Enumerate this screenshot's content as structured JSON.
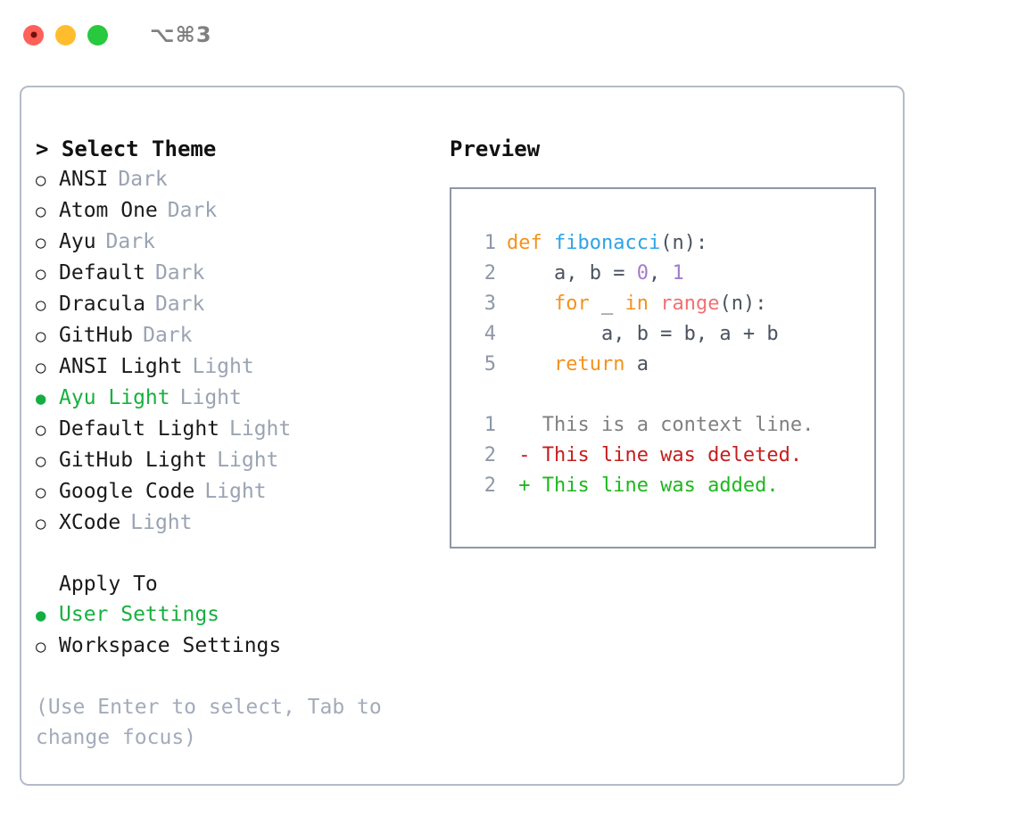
{
  "titlebar": {
    "title": "⌥⌘3",
    "buttons": [
      "close",
      "minimize",
      "maximize"
    ]
  },
  "colors": {
    "accent_green": "#17B03F",
    "muted": "#9aa3b2",
    "border": "#b3bcc8",
    "preview_border": "#8d97a8",
    "keyword": "#F4921E",
    "function": "#2CA3E8",
    "number": "#A37ACC",
    "builtin": "#F07171",
    "diff_add": "#1DB81D",
    "diff_del": "#C41E1E",
    "diff_ctx": "#808080"
  },
  "theme_list": {
    "header": "> Select Theme",
    "items": [
      {
        "marker": "○",
        "label": "ANSI",
        "category": "Dark",
        "selected": false
      },
      {
        "marker": "○",
        "label": "Atom One",
        "category": "Dark",
        "selected": false
      },
      {
        "marker": "○",
        "label": "Ayu",
        "category": "Dark",
        "selected": false
      },
      {
        "marker": "○",
        "label": "Default",
        "category": "Dark",
        "selected": false
      },
      {
        "marker": "○",
        "label": "Dracula",
        "category": "Dark",
        "selected": false
      },
      {
        "marker": "○",
        "label": "GitHub",
        "category": "Dark",
        "selected": false
      },
      {
        "marker": "○",
        "label": "ANSI Light",
        "category": "Light",
        "selected": false
      },
      {
        "marker": "●",
        "label": "Ayu Light",
        "category": "Light",
        "selected": true
      },
      {
        "marker": "○",
        "label": "Default Light",
        "category": "Light",
        "selected": false
      },
      {
        "marker": "○",
        "label": "GitHub Light",
        "category": "Light",
        "selected": false
      },
      {
        "marker": "○",
        "label": "Google Code",
        "category": "Light",
        "selected": false
      },
      {
        "marker": "○",
        "label": "XCode",
        "category": "Light",
        "selected": false
      }
    ]
  },
  "apply_to": {
    "header": "Apply To",
    "items": [
      {
        "marker": "●",
        "label": "User Settings",
        "selected": true
      },
      {
        "marker": "○",
        "label": "Workspace Settings",
        "selected": false
      }
    ]
  },
  "hint": "(Use Enter to select, Tab to change focus)",
  "preview": {
    "title": "Preview",
    "code_lines": [
      {
        "n": "1",
        "tokens": [
          {
            "t": "def ",
            "c": "kw"
          },
          {
            "t": "fibonacci",
            "c": "fn"
          },
          {
            "t": "(n):",
            "c": "pl"
          }
        ]
      },
      {
        "n": "2",
        "tokens": [
          {
            "t": "    a, b = ",
            "c": "pl"
          },
          {
            "t": "0",
            "c": "num"
          },
          {
            "t": ", ",
            "c": "pl"
          },
          {
            "t": "1",
            "c": "num"
          }
        ]
      },
      {
        "n": "3",
        "tokens": [
          {
            "t": "    ",
            "c": "pl"
          },
          {
            "t": "for",
            "c": "kw"
          },
          {
            "t": " _ ",
            "c": "pl"
          },
          {
            "t": "in",
            "c": "kw"
          },
          {
            "t": " ",
            "c": "pl"
          },
          {
            "t": "range",
            "c": "bi"
          },
          {
            "t": "(n):",
            "c": "pl"
          }
        ]
      },
      {
        "n": "4",
        "tokens": [
          {
            "t": "        a, b = b, a + b",
            "c": "pl"
          }
        ]
      },
      {
        "n": "5",
        "tokens": [
          {
            "t": "    ",
            "c": "pl"
          },
          {
            "t": "return",
            "c": "kw"
          },
          {
            "t": " a",
            "c": "pl"
          }
        ]
      }
    ],
    "diff_lines": [
      {
        "n": "1",
        "sign": " ",
        "text": "This is a context line.",
        "kind": "ctx"
      },
      {
        "n": "2",
        "sign": "-",
        "text": "This line was deleted.",
        "kind": "del"
      },
      {
        "n": "2",
        "sign": "+",
        "text": "This line was added.",
        "kind": "add"
      }
    ]
  }
}
